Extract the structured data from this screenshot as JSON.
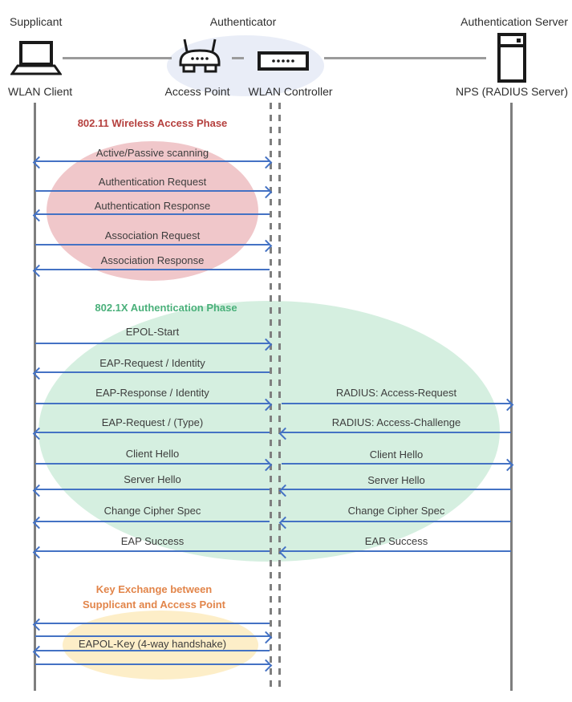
{
  "actors": {
    "supplicant": {
      "role": "Supplicant",
      "device": "WLAN Client"
    },
    "authenticator": {
      "role": "Authenticator",
      "access_point": "Access Point",
      "wlan_controller": "WLAN Controller"
    },
    "authentication_server": {
      "role": "Authentication Server",
      "device": "NPS (RADIUS Server)"
    }
  },
  "phases": {
    "wireless_access": {
      "title": "802.11 Wireless Access Phase",
      "title_color": "#B5403E",
      "ellipse_color": "#F0C7CA"
    },
    "authentication": {
      "title": "802.1X Authentication Phase",
      "title_color": "#4AB07A",
      "ellipse_color": "#D5EFE0"
    },
    "key_exchange": {
      "title_line1": "Key Exchange between",
      "title_line2": "Supplicant and Access Point",
      "title_color": "#E2854A",
      "ellipse_color": "#FDEEC8"
    }
  },
  "messages": {
    "scanning": {
      "label": "Active/Passive scanning",
      "direction": "both"
    },
    "auth_request": {
      "label": "Authentication Request",
      "direction": "right"
    },
    "auth_response": {
      "label": "Authentication Response",
      "direction": "left"
    },
    "assoc_request": {
      "label": "Association Request",
      "direction": "right"
    },
    "assoc_response": {
      "label": "Association Response",
      "direction": "left"
    },
    "epol_start": {
      "label": "EPOL-Start",
      "direction": "right"
    },
    "eap_request_identity": {
      "label": "EAP-Request / Identity",
      "direction": "left"
    },
    "eap_response_identity": {
      "label": "EAP-Response / Identity",
      "direction": "right"
    },
    "radius_access_request": {
      "label": "RADIUS: Access-Request",
      "direction": "right"
    },
    "eap_request_type": {
      "label": "EAP-Request / (Type)",
      "direction": "left"
    },
    "radius_access_challenge": {
      "label": "RADIUS: Access-Challenge",
      "direction": "left"
    },
    "client_hello_left": {
      "label": "Client Hello",
      "direction": "right"
    },
    "client_hello_right": {
      "label": "Client Hello",
      "direction": "right"
    },
    "server_hello_left": {
      "label": "Server Hello",
      "direction": "left"
    },
    "server_hello_right": {
      "label": "Server Hello",
      "direction": "left"
    },
    "change_cipher_spec_left": {
      "label": "Change Cipher Spec",
      "direction": "left"
    },
    "change_cipher_spec_right": {
      "label": "Change Cipher Spec",
      "direction": "left"
    },
    "eap_success_left": {
      "label": "EAP Success",
      "direction": "left"
    },
    "eap_success_right": {
      "label": "EAP Success",
      "direction": "left"
    },
    "eapol_key": {
      "label": "EAPOL-Key (4-way handshake)",
      "directions": [
        "left",
        "right",
        "left",
        "right"
      ]
    }
  },
  "colors": {
    "arrow": "#4472C4",
    "lifeline": "#7F7F7F",
    "connector_line": "#9B9B9B",
    "authenticator_ellipse": "#E9EDF7",
    "icon": "#1A1A1A",
    "message_text": "#3D3D3D"
  }
}
